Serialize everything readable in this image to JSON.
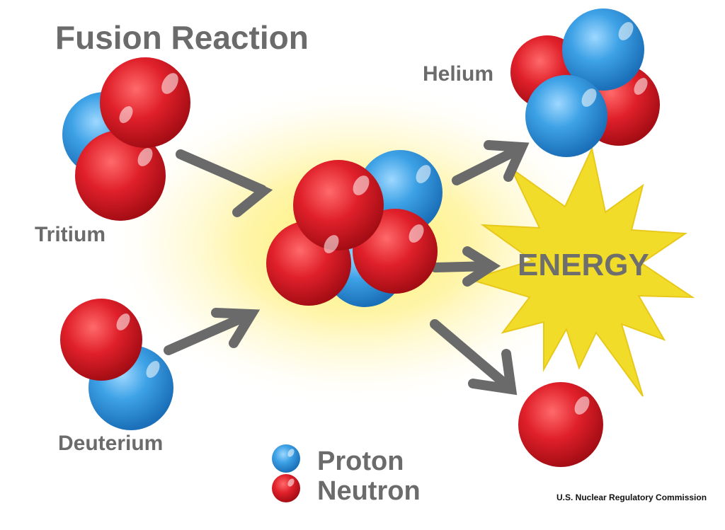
{
  "title": "Fusion Reaction",
  "labels": {
    "helium": "Helium",
    "tritium": "Tritium",
    "deuterium": "Deuterium",
    "energy": "ENERGY"
  },
  "legend": {
    "proton": "Proton",
    "neutron": "Neutron"
  },
  "credit": "U.S. Nuclear Regulatory Commission",
  "colors": {
    "proton": "#3a9be0",
    "neutron": "#e0202a",
    "label_text": "#6b6b6b",
    "arrow": "#6a6a6a",
    "energy_burst": "#f2dc2a",
    "glow": "#fff39a"
  }
}
